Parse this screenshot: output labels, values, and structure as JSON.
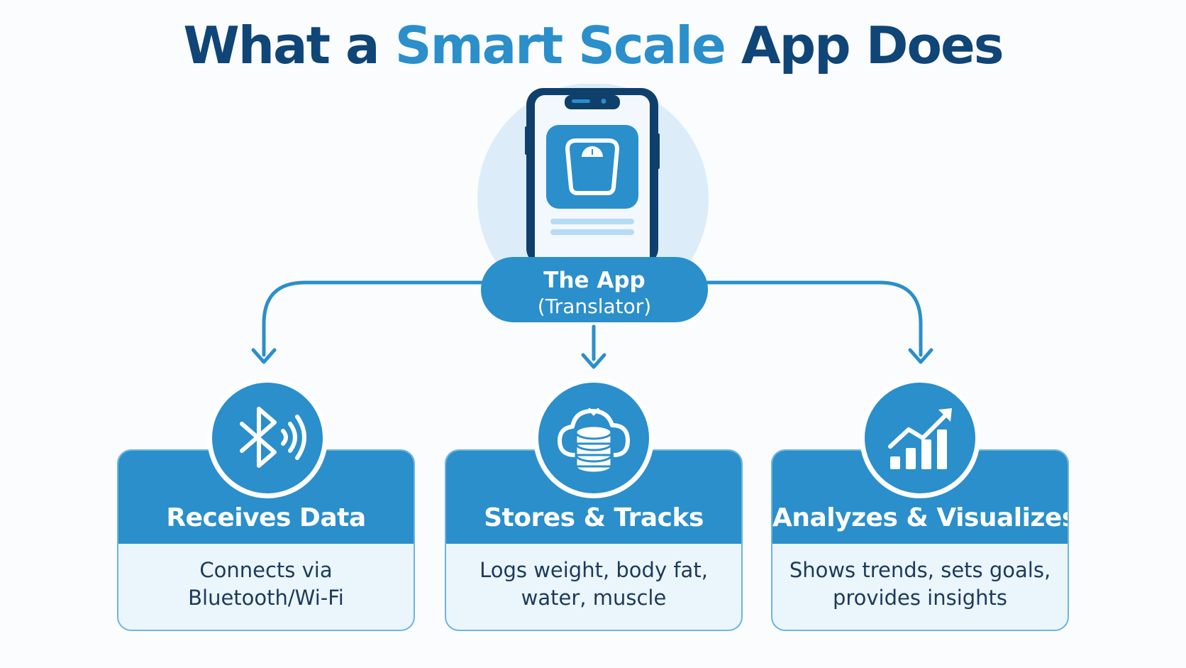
{
  "title": {
    "part1": "What a ",
    "accent": "Smart Scale",
    "part2": " App Does"
  },
  "center": {
    "line1": "The App",
    "line2": "(Translator)"
  },
  "cards": [
    {
      "title": "Receives Data",
      "description": "Connects via\nBluetooth/Wi-Fi",
      "icon": "bluetooth-signal-icon"
    },
    {
      "title": "Stores & Tracks",
      "description": "Logs weight, body fat,\nwater, muscle",
      "icon": "cloud-database-icon"
    },
    {
      "title": "Analyzes & Visualizes",
      "description": "Shows trends, sets goals,\nprovides insights",
      "icon": "growth-chart-icon"
    }
  ],
  "colors": {
    "primary": "#2a8fcb",
    "dark": "#0f4577",
    "light": "#eaf5fc",
    "phone_frame": "#0f3f6b"
  }
}
